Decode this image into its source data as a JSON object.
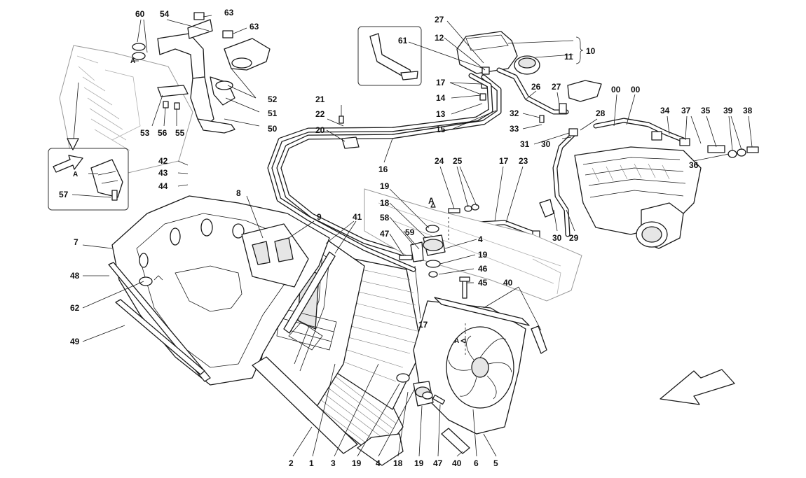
{
  "diagram": {
    "callouts": {
      "c60": "60",
      "c54": "54",
      "c63a": "63",
      "c63b": "63",
      "cA1": "A",
      "c52": "52",
      "c51": "51",
      "c50": "50",
      "c53": "53",
      "c56": "56",
      "c55": "55",
      "c42": "42",
      "c43": "43",
      "c44": "44",
      "cA2": "A",
      "c57": "57",
      "c27a": "27",
      "c12": "12",
      "c61": "61",
      "c10": "10",
      "c11": "11",
      "c17a": "17",
      "c14": "14",
      "c13": "13",
      "c15": "15",
      "c26": "26",
      "c27b": "27",
      "c00a": "00",
      "c00b": "00",
      "c21": "21",
      "c22": "22",
      "c20": "20",
      "c16": "16",
      "c32": "32",
      "c33": "33",
      "c28": "28",
      "c31": "31",
      "c30a": "30",
      "c34": "34",
      "c37": "37",
      "c35": "35",
      "c39": "39",
      "c38": "38",
      "c36": "36",
      "c24": "24",
      "c25": "25",
      "c17b": "17",
      "c23": "23",
      "cA3": "A",
      "c19a": "19",
      "c18a": "18",
      "c47a": "47",
      "c58": "58",
      "c59": "59",
      "c4a": "4",
      "c19b": "19",
      "c46": "46",
      "c45": "45",
      "c17c": "17",
      "c40a": "40",
      "cA4": "A",
      "c30b": "30",
      "c29": "29",
      "c8": "8",
      "c9": "9",
      "c41": "41",
      "c7": "7",
      "c48": "48",
      "c62": "62",
      "c49": "49",
      "c2": "2",
      "c1": "1",
      "c3": "3",
      "c19c": "19",
      "c4b": "4",
      "c18b": "18",
      "c19d": "19",
      "c47b": "47",
      "c40b": "40",
      "c6": "6",
      "c5": "5"
    },
    "colors": {
      "ink": "#1a1a1a",
      "ghost": "#9a9a9a",
      "background": "#ffffff"
    },
    "icons": [
      "direction-arrow-icon",
      "detail-arrow-icon",
      "bracket-brace-icon"
    ]
  }
}
